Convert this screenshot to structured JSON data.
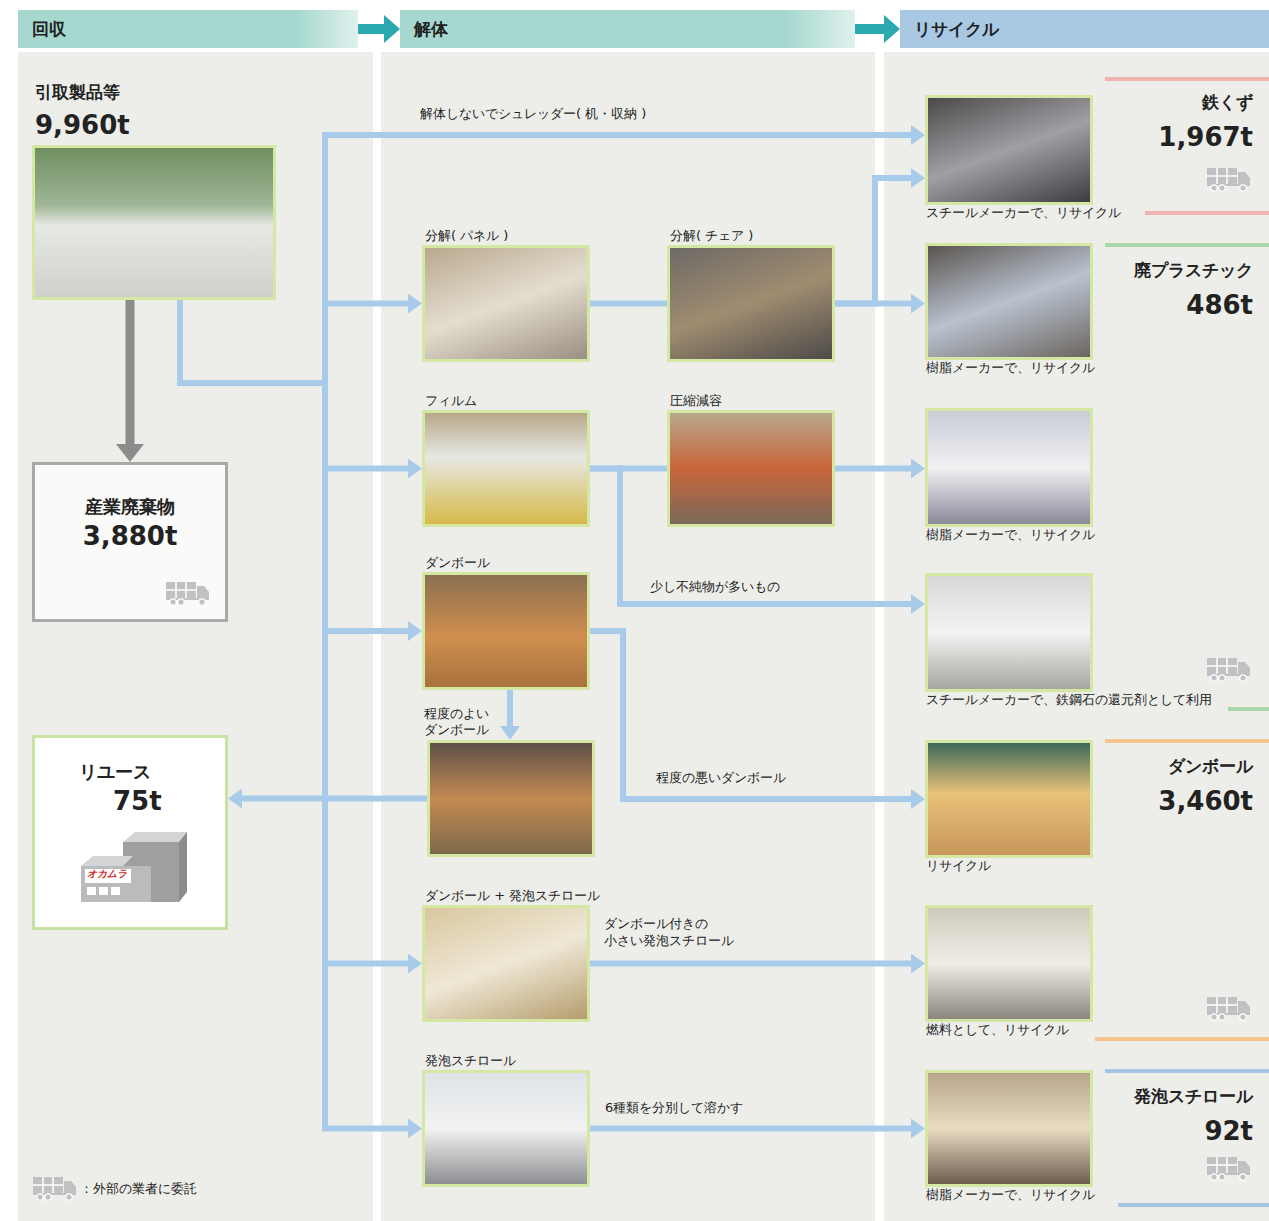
{
  "diagram": {
    "nodes": [
      {
        "text": [
          "回収"
        ]
      },
      {
        "text": [
          "解体"
        ]
      },
      {
        "text": [
          "リサイクル"
        ]
      },
      {
        "text": [
          "引取製品等",
          "9,960t"
        ]
      },
      {
        "text": [
          "産業廃棄物",
          "3,880t"
        ]
      },
      {
        "text": [
          "リユース",
          "75t"
        ]
      },
      {
        "text": [
          "分解( パネル )"
        ]
      },
      {
        "text": [
          "分解( チェア )"
        ]
      },
      {
        "text": [
          "フィルム"
        ]
      },
      {
        "text": [
          "圧縮減容"
        ]
      },
      {
        "text": [
          "ダンボール"
        ]
      },
      {
        "text": [
          "程度のよい ダンボール"
        ]
      },
      {
        "text": [
          "ダンボール + 発泡スチロール"
        ]
      },
      {
        "text": [
          "発泡スチロール"
        ]
      },
      {
        "text": [
          "スチールメーカーで、リサイクル"
        ]
      },
      {
        "text": [
          "樹脂メーカーで、リサイクル"
        ]
      },
      {
        "text": [
          "樹脂メーカーで、リサイクル"
        ]
      },
      {
        "text": [
          "スチールメーカーで、鉄鋼石の還元剤として利用"
        ]
      },
      {
        "text": [
          "リサイクル"
        ]
      },
      {
        "text": [
          "燃料として、リサイクル"
        ]
      },
      {
        "text": [
          "樹脂メーカーで、リサイクル"
        ]
      }
    ],
    "edges": [
      {
        "from": 0,
        "to": 1,
        "arrow": "to"
      },
      {
        "from": 1,
        "to": 2,
        "arrow": "to"
      },
      {
        "from": 3,
        "to": 4,
        "arrow": "to"
      },
      {
        "from": 3,
        "to": 14,
        "label": "解体しないでシュレッダー( 机・収納 )",
        "arrow": "to"
      },
      {
        "from": 3,
        "to": 6,
        "arrow": "to"
      },
      {
        "from": 3,
        "to": 8,
        "arrow": "to"
      },
      {
        "from": 3,
        "to": 10,
        "arrow": "to"
      },
      {
        "from": 3,
        "to": 12,
        "arrow": "to"
      },
      {
        "from": 3,
        "to": 13,
        "arrow": "to"
      },
      {
        "from": 6,
        "to": 7,
        "arrow": "none"
      },
      {
        "from": 7,
        "to": 14,
        "arrow": "to"
      },
      {
        "from": 7,
        "to": 15,
        "arrow": "to"
      },
      {
        "from": 8,
        "to": 9,
        "arrow": "none"
      },
      {
        "from": 9,
        "to": 16,
        "arrow": "to"
      },
      {
        "from": 8,
        "to": 17,
        "label": "少し不純物が多いもの",
        "arrow": "to"
      },
      {
        "from": 10,
        "to": 11,
        "arrow": "to"
      },
      {
        "from": 10,
        "to": 18,
        "label": "程度の悪いダンボール",
        "arrow": "to"
      },
      {
        "from": 11,
        "to": 5,
        "arrow": "to"
      },
      {
        "from": 12,
        "to": 19,
        "label": "ダンボール付きの 小さい発泡スチロール",
        "arrow": "to"
      },
      {
        "from": 13,
        "to": 20,
        "label": "6種類を分別して溶かす",
        "arrow": "to"
      }
    ],
    "labels": [
      "鉄くず",
      "1,967t",
      "廃プラスチック",
      "486t",
      "ダンボール",
      "3,460t",
      "発泡スチロール",
      "92t",
      "オカムラ"
    ],
    "legend": [
      {
        "text": "：外部の業者に委託"
      }
    ]
  }
}
